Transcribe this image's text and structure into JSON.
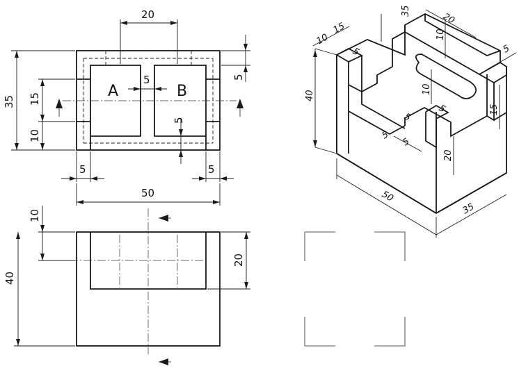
{
  "drawing": {
    "top_view": {
      "dims": {
        "slot_width": "20",
        "overall_depth": "35",
        "inner_height": "15",
        "lower_offset": "10",
        "right_rim": "5",
        "center_gap": "5",
        "tab_depth": "5",
        "left_wall": "5",
        "right_wall": "5"
      },
      "labels": {
        "a": "A",
        "b": "B"
      }
    },
    "front_view": {
      "dims": {
        "overall_width": "50",
        "top_band": "10",
        "overall_height": "40",
        "pocket_depth": "20"
      }
    },
    "isometric": {
      "dims": {
        "height": "40",
        "rim_a": "10",
        "rim_b": "15",
        "depth_top": "35",
        "slot_span": "20",
        "slot_width": "10",
        "slot_length": "10",
        "wall_right": "5",
        "tab_small": "5",
        "step_height": "15",
        "inner_wall": "5",
        "notch_a": "5",
        "notch_b": "5",
        "notch_c": "5",
        "pocket_height": "20",
        "width": "50",
        "depth": "35"
      }
    }
  }
}
